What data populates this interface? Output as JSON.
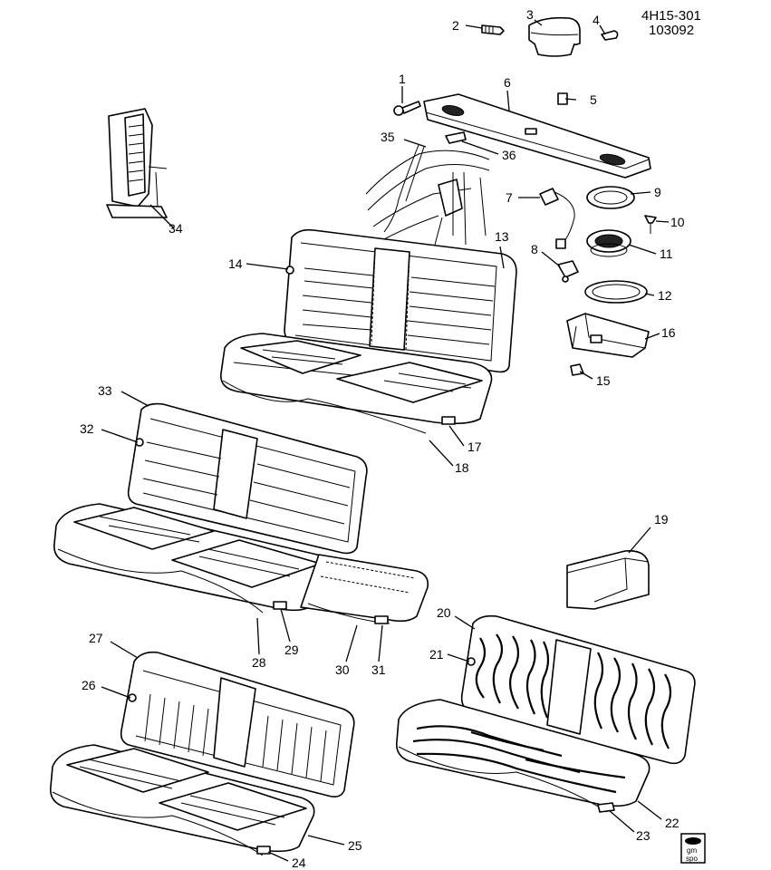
{
  "header": {
    "code_line1": "4H15-301",
    "code_line2": "103092"
  },
  "logo": {
    "line1": "gm",
    "line2": "spo"
  },
  "callouts": [
    "1",
    "2",
    "3",
    "4",
    "5",
    "6",
    "7",
    "8",
    "9",
    "10",
    "11",
    "12",
    "13",
    "14",
    "15",
    "16",
    "17",
    "18",
    "19",
    "20",
    "21",
    "22",
    "23",
    "24",
    "25",
    "26",
    "27",
    "28",
    "29",
    "30",
    "31",
    "32",
    "33",
    "34",
    "35",
    "36"
  ]
}
